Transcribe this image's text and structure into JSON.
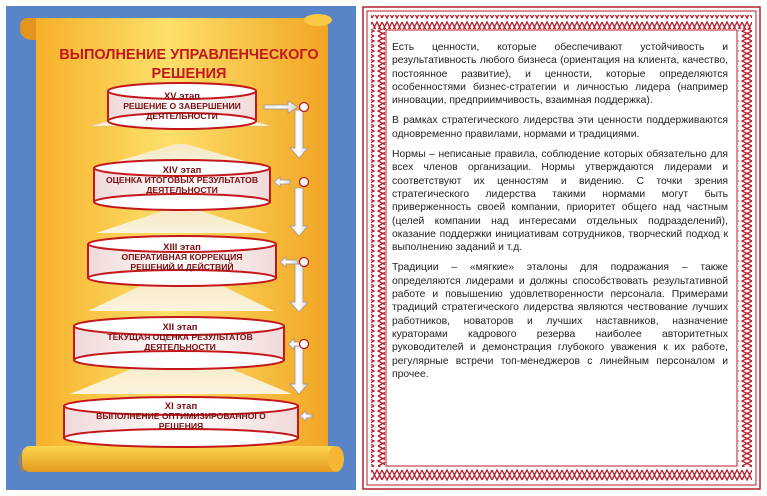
{
  "diagram": {
    "title": "ВЫПОЛНЕНИЕ УПРАВЛЕНЧЕСКОГО РЕШЕНИЯ",
    "stages": [
      {
        "number": "XV этап",
        "title": "РЕШЕНИЕ О ЗАВЕРШЕНИИ ДЕЯТЕЛЬНОСТИ"
      },
      {
        "number": "XIV этап",
        "title": "ОЦЕНКА ИТОГОВЫХ РЕЗУЛЬТАТОВ ДЕЯТЕЛЬНОСТИ"
      },
      {
        "number": "XIII этап",
        "title": "ОПЕРАТИВНАЯ КОРРЕКЦИЯ РЕШЕНИЙ И ДЕЙСТВИЙ"
      },
      {
        "number": "XII этап",
        "title": "ТЕКУЩАЯ ОЦЕНКА РЕЗУЛЬТАТОВ ДЕЯТЕЛЬНОСТИ"
      },
      {
        "number": "XI этап",
        "title": "ВЫПОЛНЕНИЕ ОПТИМИЗИРОВАННОГО РЕШЕНИЯ"
      }
    ],
    "colors": {
      "accent": "#c3171c",
      "scroll": "#f3c23a",
      "panel": "#5a84c8",
      "border": "#b81e2a"
    }
  },
  "text": {
    "paragraphs": [
      "Есть ценности, которые обеспечивают устойчивость и результативность любого бизнеса (ориентация на клиента, качество, постоянное развитие), и ценности, которые определяются особенностями бизнес-стратегии и личностью лидера (например инновации, предприимчивость, взаимная поддержка).",
      "В рамках стратегического лидерства эти ценности поддерживаются одновременно правилами, нормами и традициями.",
      "Нормы – неписаные правила, соблюдение которых обязательно для всех членов организации. Нормы утверждаются лидерами и соответствуют их ценностям и видению. С точки зрения стратегического лидерства такими нормами могут быть приверженность своей компании, приоритет общего над частным (целей компании над интересами отдельных подразделений), оказание поддержки инициативам сотрудников, творческий подход к выполнению заданий и т.д.",
      "Традиции – «мягкие» эталоны для подражания – также определяются лидерами и должны способствовать результативной работе и повышению удовлетворенности персонала. Примерами традиций стратегического лидерства являются чествование лучших работников, новаторов и лучших наставников, назначение кураторами кадрового резерва наиболее авторитетных руководителей и демонстрация глубокого уважения к их работе, регулярные встречи топ-менеджеров с линейным персоналом и прочее."
    ]
  }
}
